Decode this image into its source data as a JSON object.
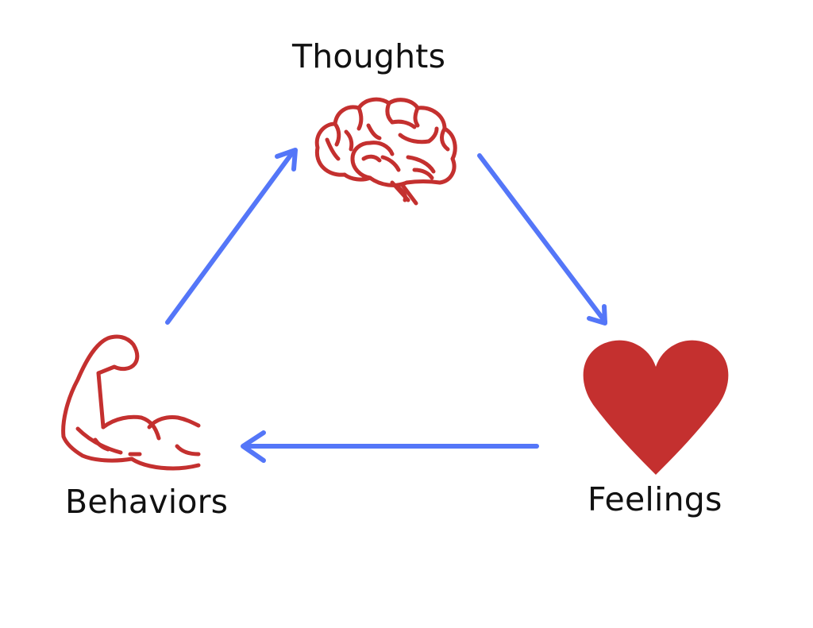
{
  "title": "Cognitive Triangle",
  "nodes": [
    {
      "id": "thoughts",
      "label": "Thoughts",
      "icon": "brain-icon"
    },
    {
      "id": "feelings",
      "label": "Feelings",
      "icon": "heart-icon"
    },
    {
      "id": "behaviors",
      "label": "Behaviors",
      "icon": "flexed-arm-icon"
    }
  ],
  "edges": [
    {
      "from": "behaviors",
      "to": "thoughts"
    },
    {
      "from": "thoughts",
      "to": "feelings"
    },
    {
      "from": "feelings",
      "to": "behaviors"
    }
  ],
  "colors": {
    "arrow": "#5476f8",
    "icon": "#c4302f",
    "text": "#111111",
    "background": "#ffffff"
  }
}
